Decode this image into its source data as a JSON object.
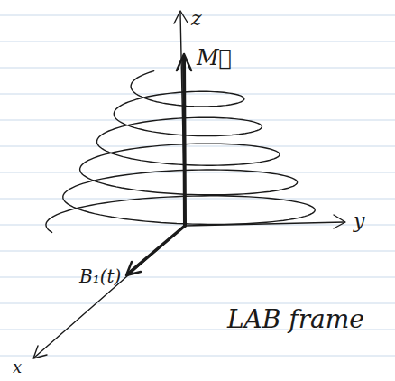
{
  "diagram": {
    "labels": [
      "z",
      "M⃗",
      "y",
      "B₁(t)",
      "x",
      "LAB frame"
    ]
  }
}
